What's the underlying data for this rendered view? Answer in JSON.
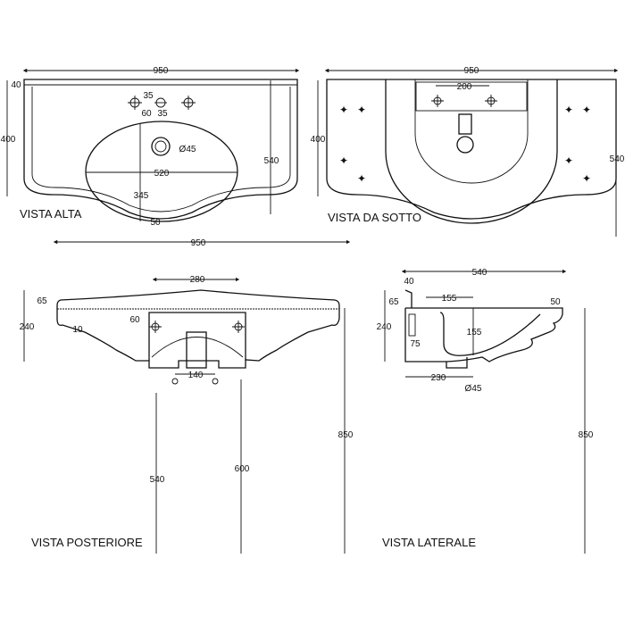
{
  "views": {
    "top": {
      "title": "VISTA ALTA",
      "dims": {
        "width": "950",
        "rim": "40",
        "height": "400",
        "tap_offset": "35",
        "tap_to_bowl": "60",
        "tap_spacing": "35",
        "drain": "Ø45",
        "bowl_width": "520",
        "bowl_depth": "345",
        "depth": "540",
        "front": "50"
      }
    },
    "bottom": {
      "title": "VISTA DA SOTTO",
      "dims": {
        "width": "950",
        "height": "400",
        "fixing": "200",
        "depth": "540"
      }
    },
    "rear": {
      "title": "VISTA POSTERIORE",
      "dims": {
        "width": "950",
        "fixing": "280",
        "rim": "65",
        "height": "240",
        "offset": "60",
        "edge": "10",
        "waste": "140",
        "h_waste": "540",
        "h_supply": "600",
        "h_total": "850"
      }
    },
    "side": {
      "title": "VISTA LATERALE",
      "dims": {
        "depth": "540",
        "back": "40",
        "rim": "65",
        "height": "240",
        "tap_distance": "155",
        "bowl_depth": "155",
        "front": "50",
        "wall": "75",
        "drain_distance": "230",
        "drain": "Ø45",
        "h_total": "850"
      }
    }
  }
}
